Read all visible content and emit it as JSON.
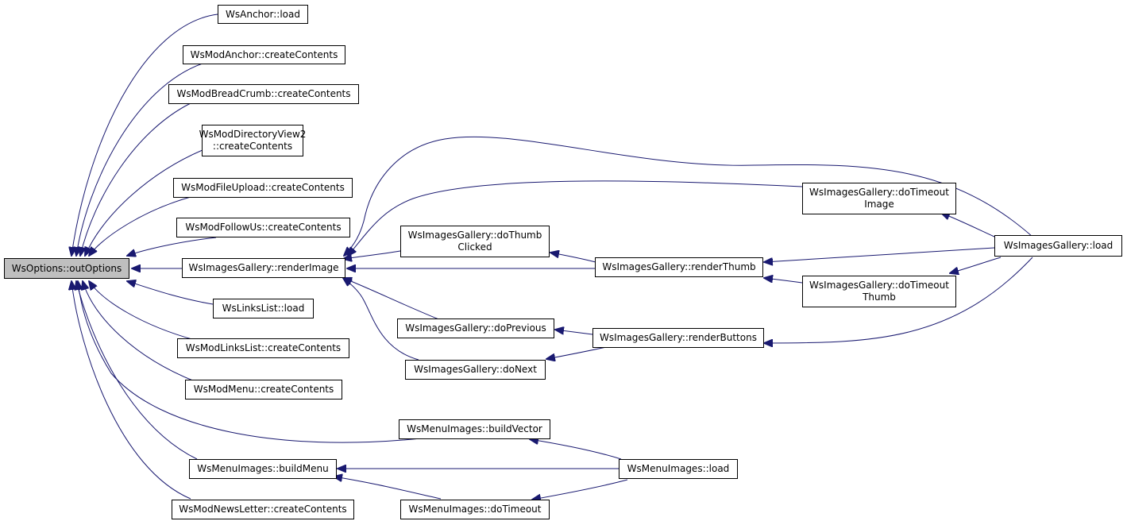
{
  "nodes": {
    "root": {
      "lines": [
        "WsOptions::outOptions"
      ]
    },
    "wsanchor_load": {
      "lines": [
        "WsAnchor::load"
      ]
    },
    "modanchor_cc": {
      "lines": [
        "WsModAnchor::createContents"
      ]
    },
    "modbreadcrumb_cc": {
      "lines": [
        "WsModBreadCrumb::createContents"
      ]
    },
    "moddirview2_cc": {
      "lines": [
        "WsModDirectoryView2",
        "::createContents"
      ]
    },
    "modfileupload_cc": {
      "lines": [
        "WsModFileUpload::createContents"
      ]
    },
    "modfollowus_cc": {
      "lines": [
        "WsModFollowUs::createContents"
      ]
    },
    "gallery_renderimage": {
      "lines": [
        "WsImagesGallery::renderImage"
      ]
    },
    "linkslist_load": {
      "lines": [
        "WsLinksList::load"
      ]
    },
    "modlinkslist_cc": {
      "lines": [
        "WsModLinksList::createContents"
      ]
    },
    "modmenu_cc": {
      "lines": [
        "WsModMenu::createContents"
      ]
    },
    "menuimages_buildmenu": {
      "lines": [
        "WsMenuImages::buildMenu"
      ]
    },
    "modnewsletter_cc": {
      "lines": [
        "WsModNewsLetter::createContents"
      ]
    },
    "gallery_dothumbclicked": {
      "lines": [
        "WsImagesGallery::doThumb",
        "Clicked"
      ]
    },
    "gallery_doprevious": {
      "lines": [
        "WsImagesGallery::doPrevious"
      ]
    },
    "gallery_donext": {
      "lines": [
        "WsImagesGallery::doNext"
      ]
    },
    "menuimages_buildvector": {
      "lines": [
        "WsMenuImages::buildVector"
      ]
    },
    "menuimages_dotimeout": {
      "lines": [
        "WsMenuImages::doTimeout"
      ]
    },
    "gallery_renderthumb": {
      "lines": [
        "WsImagesGallery::renderThumb"
      ]
    },
    "gallery_renderbuttons": {
      "lines": [
        "WsImagesGallery::renderButtons"
      ]
    },
    "menuimages_load": {
      "lines": [
        "WsMenuImages::load"
      ]
    },
    "gallery_dotimeoutimage": {
      "lines": [
        "WsImagesGallery::doTimeout",
        "Image"
      ]
    },
    "gallery_dotimeoutthumb": {
      "lines": [
        "WsImagesGallery::doTimeout",
        "Thumb"
      ]
    },
    "gallery_load": {
      "lines": [
        "WsImagesGallery::load"
      ]
    }
  },
  "edges": [
    {
      "from": "wsanchor_load",
      "to": "root"
    },
    {
      "from": "modanchor_cc",
      "to": "root"
    },
    {
      "from": "modbreadcrumb_cc",
      "to": "root"
    },
    {
      "from": "moddirview2_cc",
      "to": "root"
    },
    {
      "from": "modfileupload_cc",
      "to": "root"
    },
    {
      "from": "modfollowus_cc",
      "to": "root"
    },
    {
      "from": "gallery_renderimage",
      "to": "root"
    },
    {
      "from": "linkslist_load",
      "to": "root"
    },
    {
      "from": "modlinkslist_cc",
      "to": "root"
    },
    {
      "from": "modmenu_cc",
      "to": "root"
    },
    {
      "from": "menuimages_buildvector",
      "to": "root"
    },
    {
      "from": "menuimages_buildmenu",
      "to": "root"
    },
    {
      "from": "modnewsletter_cc",
      "to": "root"
    },
    {
      "from": "gallery_load",
      "to": "gallery_renderimage"
    },
    {
      "from": "gallery_dotimeoutimage",
      "to": "gallery_renderimage"
    },
    {
      "from": "gallery_dothumbclicked",
      "to": "gallery_renderimage"
    },
    {
      "from": "gallery_renderthumb",
      "to": "gallery_renderimage"
    },
    {
      "from": "gallery_doprevious",
      "to": "gallery_renderimage"
    },
    {
      "from": "gallery_donext",
      "to": "gallery_renderimage"
    },
    {
      "from": "gallery_renderthumb",
      "to": "gallery_dothumbclicked"
    },
    {
      "from": "gallery_load",
      "to": "gallery_renderthumb"
    },
    {
      "from": "gallery_dotimeoutthumb",
      "to": "gallery_renderthumb"
    },
    {
      "from": "gallery_load",
      "to": "gallery_dotimeoutimage"
    },
    {
      "from": "gallery_load",
      "to": "gallery_dotimeoutthumb"
    },
    {
      "from": "gallery_renderbuttons",
      "to": "gallery_doprevious"
    },
    {
      "from": "gallery_renderbuttons",
      "to": "gallery_donext"
    },
    {
      "from": "gallery_load",
      "to": "gallery_renderbuttons"
    },
    {
      "from": "menuimages_load",
      "to": "menuimages_buildvector"
    },
    {
      "from": "menuimages_load",
      "to": "menuimages_buildmenu"
    },
    {
      "from": "menuimages_dotimeout",
      "to": "menuimages_buildmenu"
    },
    {
      "from": "menuimages_load",
      "to": "menuimages_dotimeout"
    }
  ],
  "colors": {
    "edge": "#191970",
    "node_border": "#000000",
    "root_fill": "#bfbfbf",
    "node_fill": "#ffffff"
  }
}
